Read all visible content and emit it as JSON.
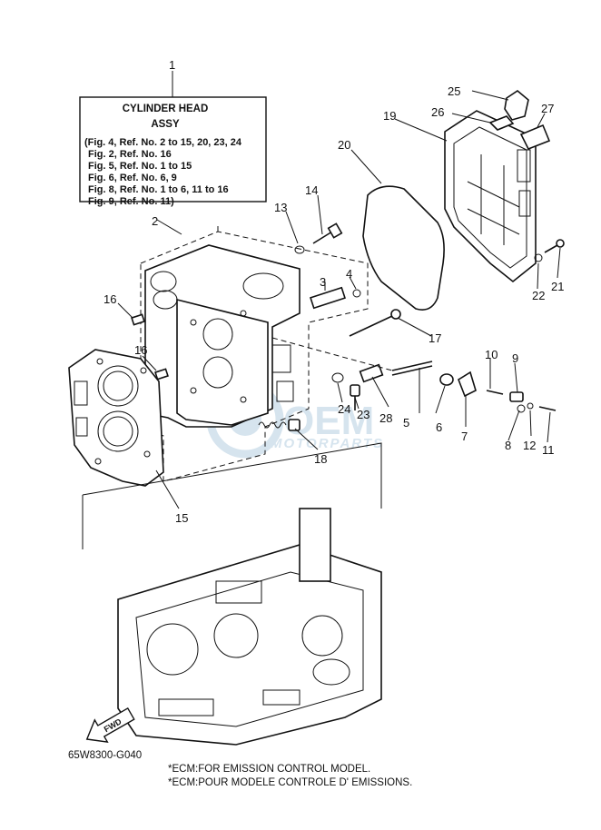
{
  "info_box": {
    "ref_no": "1",
    "title_line1": "CYLINDER HEAD",
    "title_line2": "ASSY",
    "lines": [
      "(Fig. 4, Ref. No. 2 to 15, 20, 23, 24",
      "Fig. 2, Ref. No. 16",
      "Fig. 5, Ref. No. 1 to 15",
      "Fig. 6, Ref. No. 6, 9",
      "Fig. 8, Ref. No. 1 to 6, 11 to 16",
      "Fig. 9, Ref. No. 11)"
    ]
  },
  "callouts": {
    "c2": "2",
    "c3": "3",
    "c4": "4",
    "c5": "5",
    "c6": "6",
    "c7": "7",
    "c8": "8",
    "c9": "9",
    "c10": "10",
    "c11": "11",
    "c12": "12",
    "c13": "13",
    "c14": "14",
    "c15": "15",
    "c16a": "16",
    "c16b": "16",
    "c17": "17",
    "c18": "18",
    "c19": "19",
    "c20": "20",
    "c21": "21",
    "c22": "22",
    "c23": "23",
    "c24": "24",
    "c25": "25",
    "c26": "26",
    "c27": "27",
    "c28": "28"
  },
  "fwd_label": "FWD",
  "watermark": {
    "main": "OEM",
    "sub": "MOTORPARTS"
  },
  "drawing_code": "65W8300-G040",
  "notes": [
    "*ECM:FOR EMISSION CONTROL MODEL.",
    "*ECM:POUR MODELE CONTROLE D' EMISSIONS."
  ]
}
